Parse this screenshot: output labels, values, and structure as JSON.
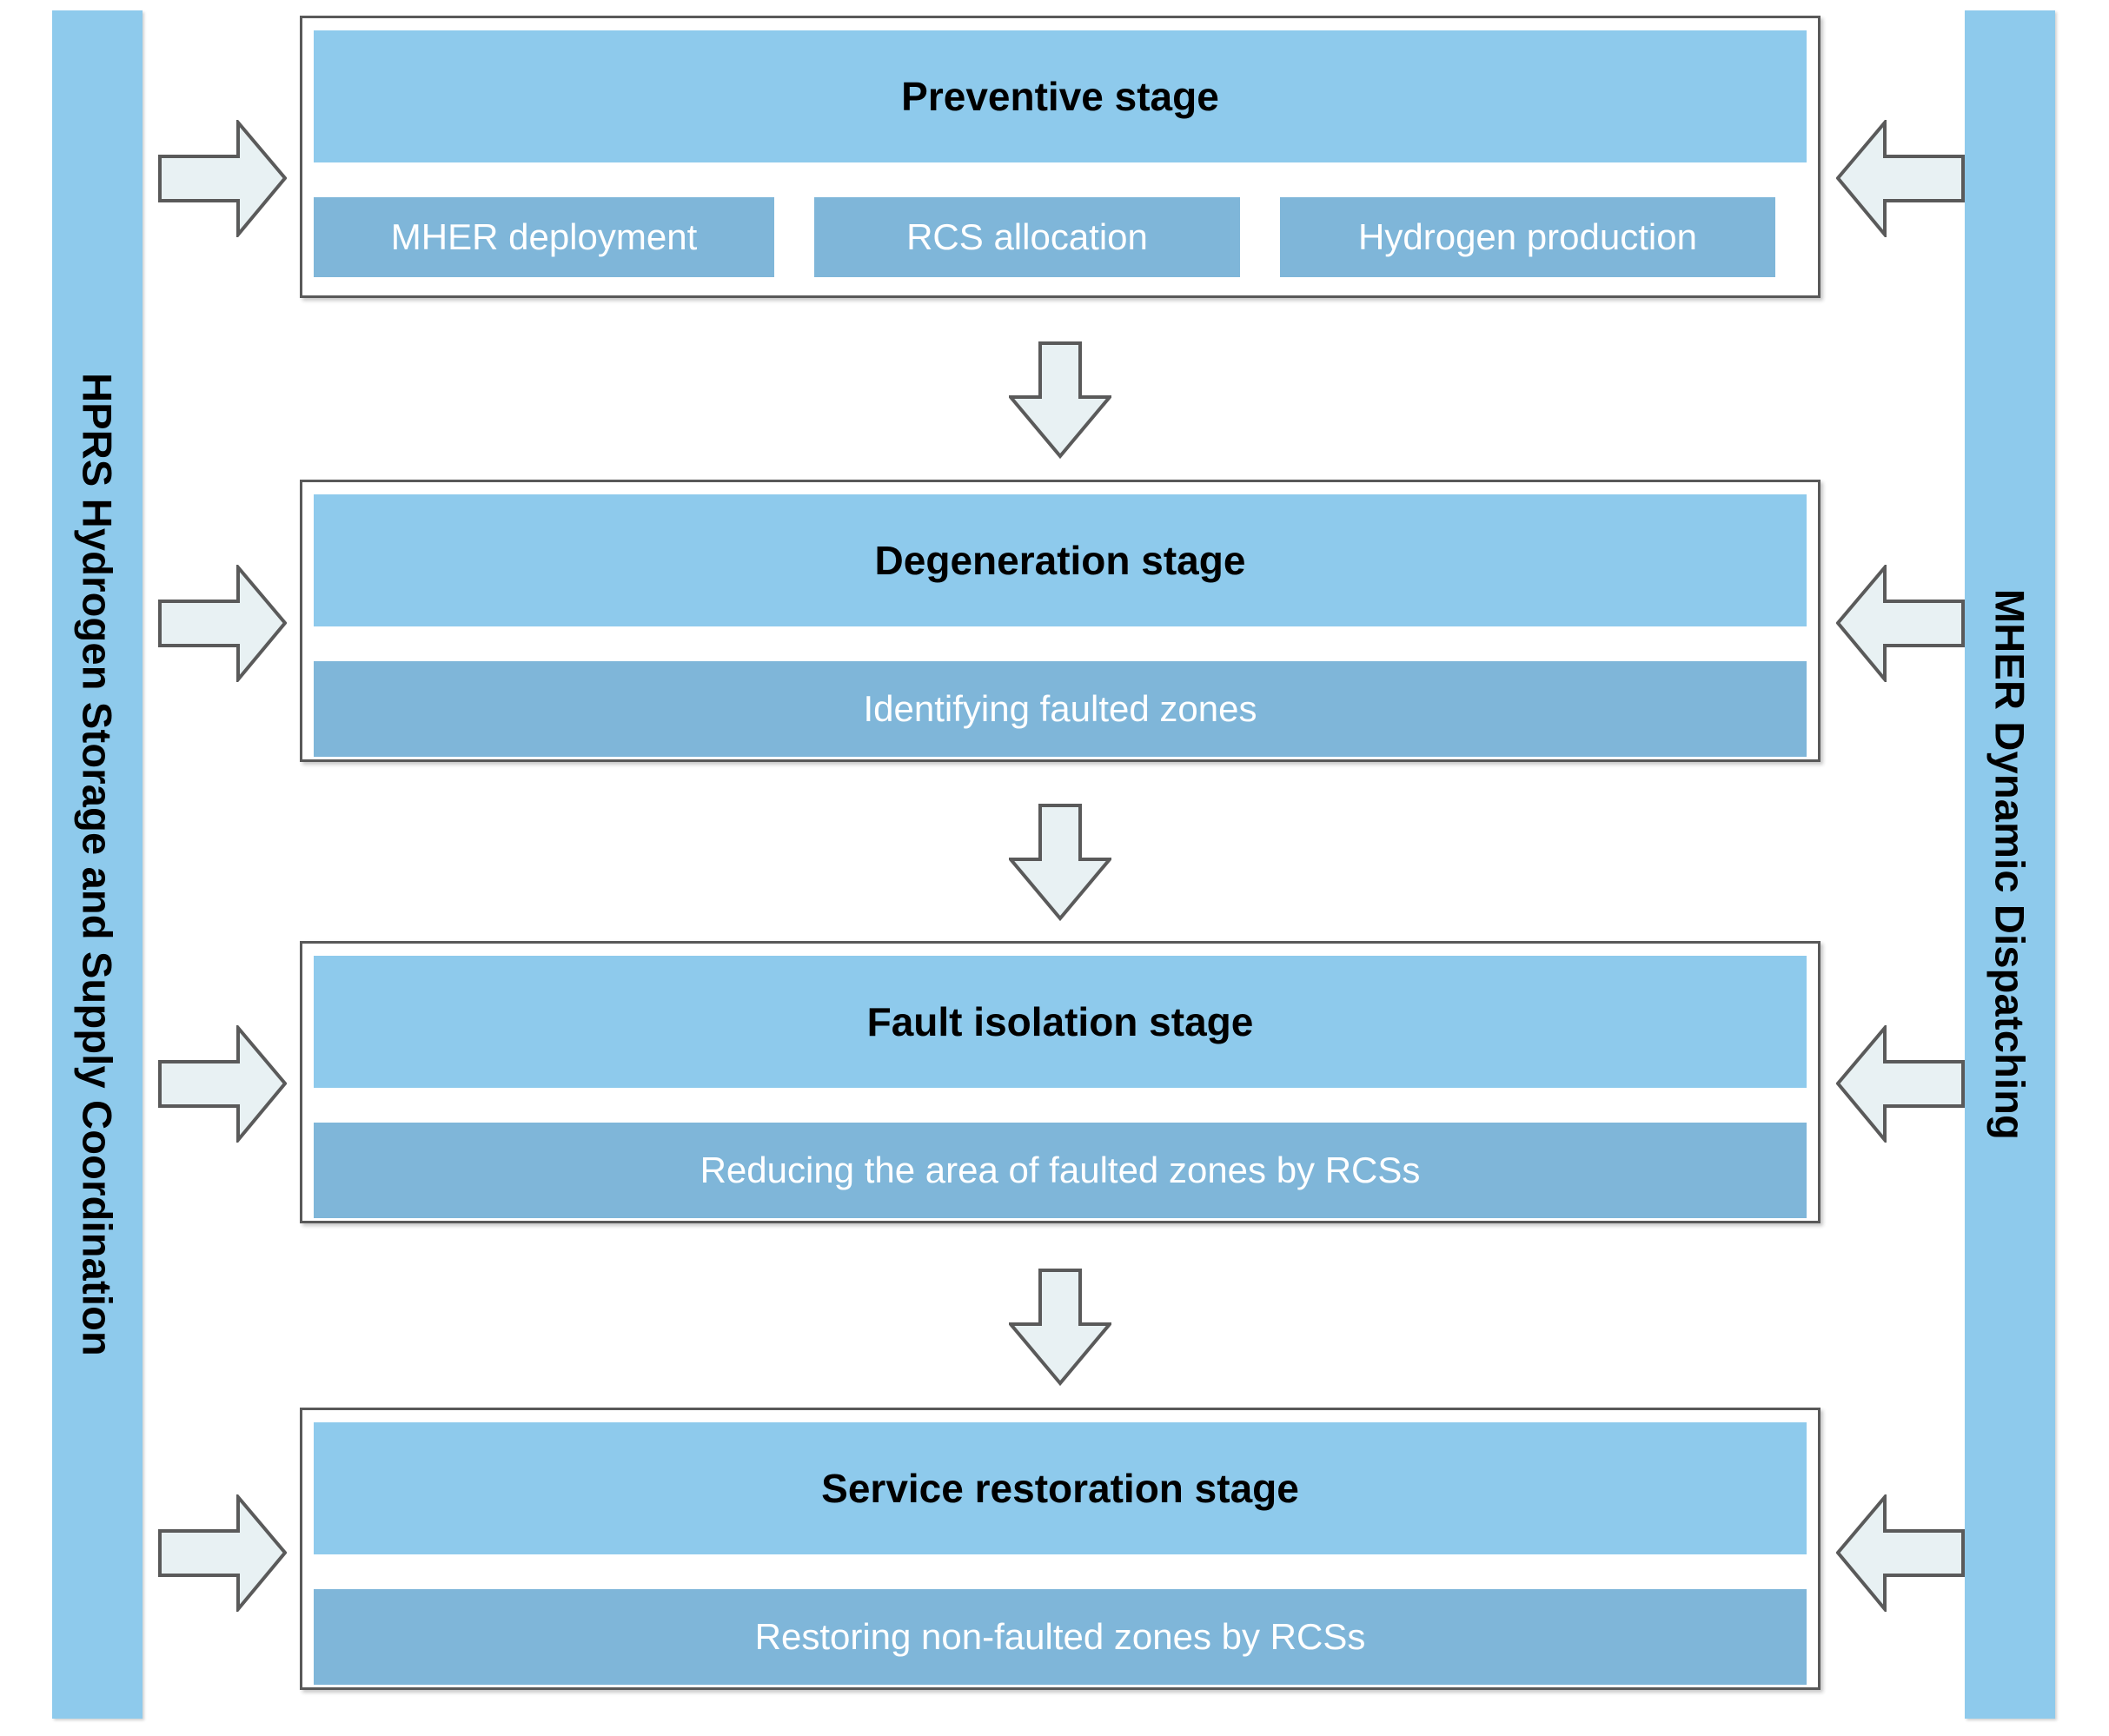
{
  "figure": {
    "type": "flowchart",
    "orientation": "vertical-stage-sequence"
  },
  "left_band": {
    "label": "HPRS Hydrogen Storage and Supply Coordination",
    "color": "#8ECAEC"
  },
  "right_band": {
    "label": "MHER Dynamic Dispatching",
    "color": "#8ECAEC"
  },
  "colors": {
    "band_blue": "#8ECAEC",
    "title_blue": "#8ECAEC",
    "sub_blue": "#7FB6D9",
    "arrow_fill": "#E8F1F3",
    "arrow_stroke": "#5A5A5A",
    "box_border": "#595959",
    "title_text": "#000000",
    "sub_text": "#FFFFFF"
  },
  "stages": [
    {
      "title": "Preventive stage",
      "items": [
        "MHER deployment",
        "RCS allocation",
        "Hydrogen production"
      ]
    },
    {
      "title": "Degeneration stage",
      "items": [
        "Identifying faulted zones"
      ]
    },
    {
      "title": "Fault isolation stage",
      "items": [
        "Reducing the area of faulted zones by RCSs"
      ]
    },
    {
      "title": "Service restoration stage",
      "items": [
        "Restoring non-faulted zones by RCSs"
      ]
    }
  ],
  "connectors": {
    "down_arrow_count": 3,
    "left_feed_arrow_count": 4,
    "right_feed_arrow_count": 4,
    "down_arrow_icon": "arrow-down-icon",
    "left_feed_icon": "arrow-right-icon",
    "right_feed_icon": "arrow-left-icon"
  }
}
